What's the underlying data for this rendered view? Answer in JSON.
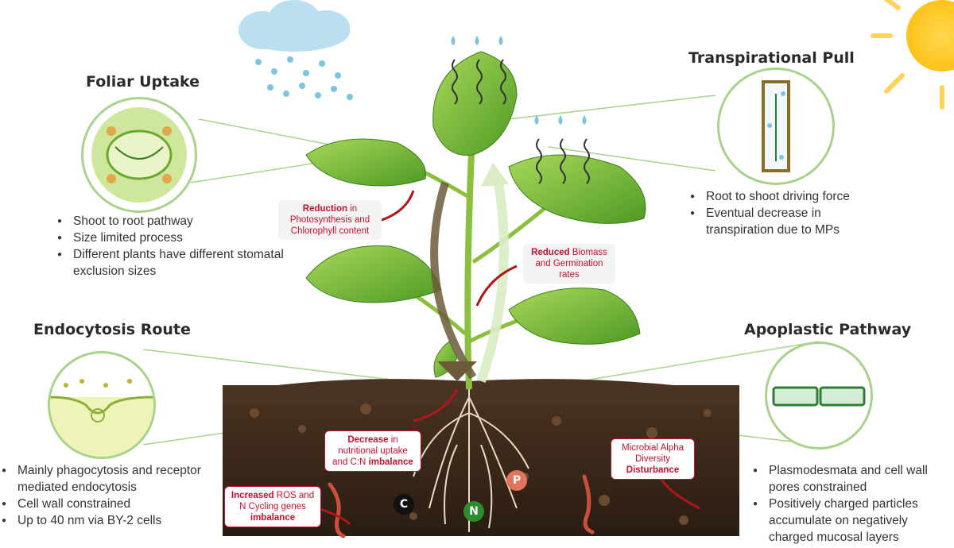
{
  "sections": {
    "foliar": {
      "title": "Foliar Uptake",
      "points": [
        "Shoot to root pathway",
        "Size limited process",
        "Different plants have different stomatal exclusion sizes"
      ]
    },
    "transpirational": {
      "title": "Transpirational Pull",
      "points": [
        "Root to shoot driving force",
        "Eventual decrease in transpiration due to MPs"
      ]
    },
    "endocytosis": {
      "title": "Endocytosis Route",
      "points": [
        "Mainly phagocytosis and receptor mediated endocytosis",
        "Cell wall constrained",
        "Up to 40 nm via BY-2 cells"
      ]
    },
    "apoplastic": {
      "title": "Apoplastic Pathway",
      "points": [
        "Plasmodesmata and cell wall pores constrained",
        "Positively charged particles accumulate on negatively charged mucosal layers"
      ]
    }
  },
  "callouts": {
    "photosynthesis": {
      "bold": "Reduction",
      "rest": " in Photosynthesis and Chlorophyll content"
    },
    "biomass": {
      "bold": "Reduced",
      "rest": " Biomass and Germination rates"
    },
    "nutrition": {
      "bold": "Decrease",
      "mid": " in nutritional uptake and C:N ",
      "bold2": "imbalance"
    },
    "microbial": {
      "text": "Microbial Alpha Diversity",
      "bold": "Disturbance"
    },
    "ros": {
      "bold": "Increased",
      "rest": " ROS and N Cycling genes",
      "bold2": "imbalance"
    }
  },
  "nutrients": {
    "c": "C",
    "n": "N",
    "p": "P"
  },
  "colors": {
    "leaf": "#7bbf3a",
    "soil": "#3d2a1c",
    "accent_red": "#c8102e",
    "circle_border": "#a7d38b"
  }
}
